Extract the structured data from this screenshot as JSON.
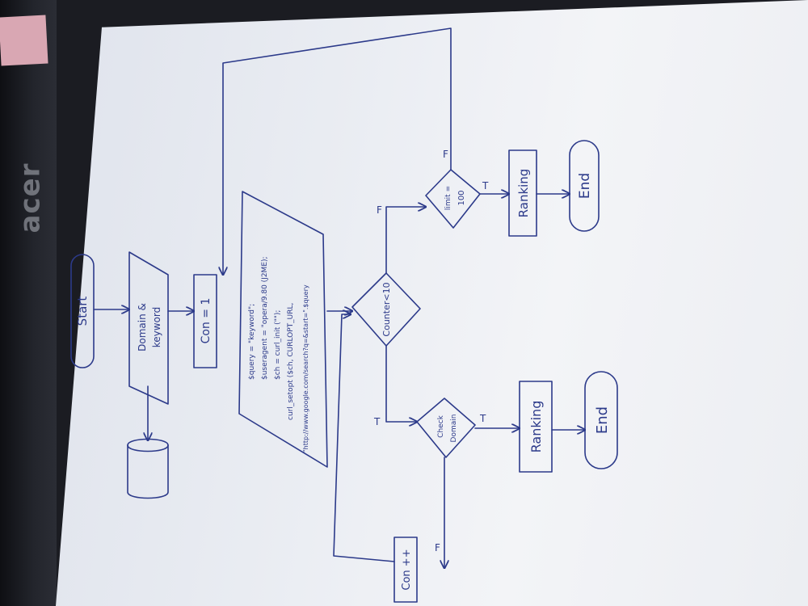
{
  "diagram": {
    "start_label": "Start",
    "input_label_line1": "Domain &",
    "input_label_line2": "keyword",
    "init_label": "Con = 1",
    "code_lines": [
      "$query = \"keyword\";",
      "$useragent = \"opera/9.80 (J2ME);",
      "$ch = curl_init (\"\");",
      "curl_setopt ($ch, CURLOPT_URL,",
      "\"http://www.google.com/search?q=&start=\".$query"
    ],
    "counter_decision": "Counter<10",
    "check_decision_line1": "Check",
    "check_decision_line2": "Domain",
    "limit_decision_line1": "limit =",
    "limit_decision_line2": "100",
    "ranking_label": "Ranking",
    "end_label": "End",
    "increment_label": "Con ++",
    "true_label": "T",
    "false_label": "F"
  },
  "background": {
    "brand": "acer"
  }
}
